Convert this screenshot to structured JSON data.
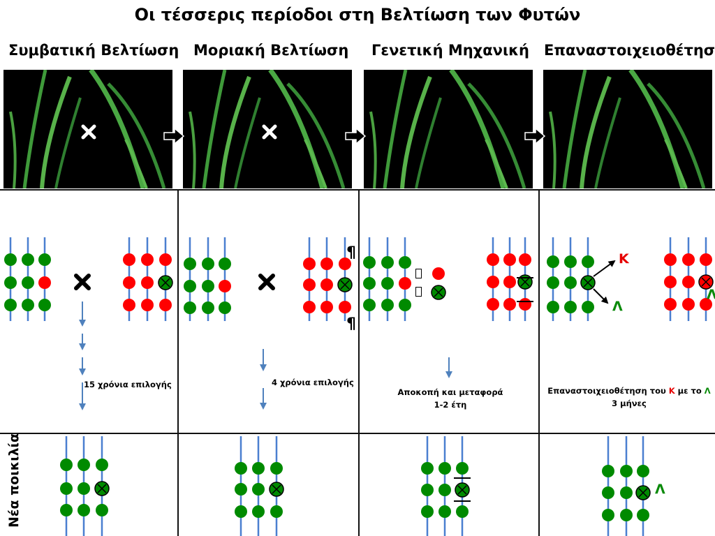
{
  "title": "Οι τέσσερις περίοδοι στη Βελτίωση των Φυτών",
  "columns": [
    {
      "name": "Συμβατική Βελτίωση",
      "caption_lines": [
        "15 χρόνια επιλογής"
      ]
    },
    {
      "name": "Μοριακή Βελτίωση",
      "caption_lines": [
        "4 χρόνια επιλογής"
      ]
    },
    {
      "name": "Γενετική Μηχανική",
      "caption_lines": [
        "Αποκοπή και μεταφορά",
        "1-2 έτη"
      ]
    },
    {
      "name": "Επαναστοιχειοθέτηση",
      "caption_prefix": "Επαναστοιχειοθέτηση του ",
      "caption_k": "Κ",
      "caption_mid": " με το ",
      "caption_l": "Λ",
      "caption_line2": "3 μήνες"
    }
  ],
  "letters": {
    "k": "Κ",
    "l": "Λ"
  },
  "pilcrow": "¶",
  "row_label": "Νέα ποικιλία",
  "colors": {
    "green_dot": "#008a00",
    "red_dot": "#ff0000",
    "chromosome_line": "#4a7fd0",
    "arrow": "#4f81bd",
    "red_text": "#e60000",
    "green_text": "#0a8a0a"
  }
}
